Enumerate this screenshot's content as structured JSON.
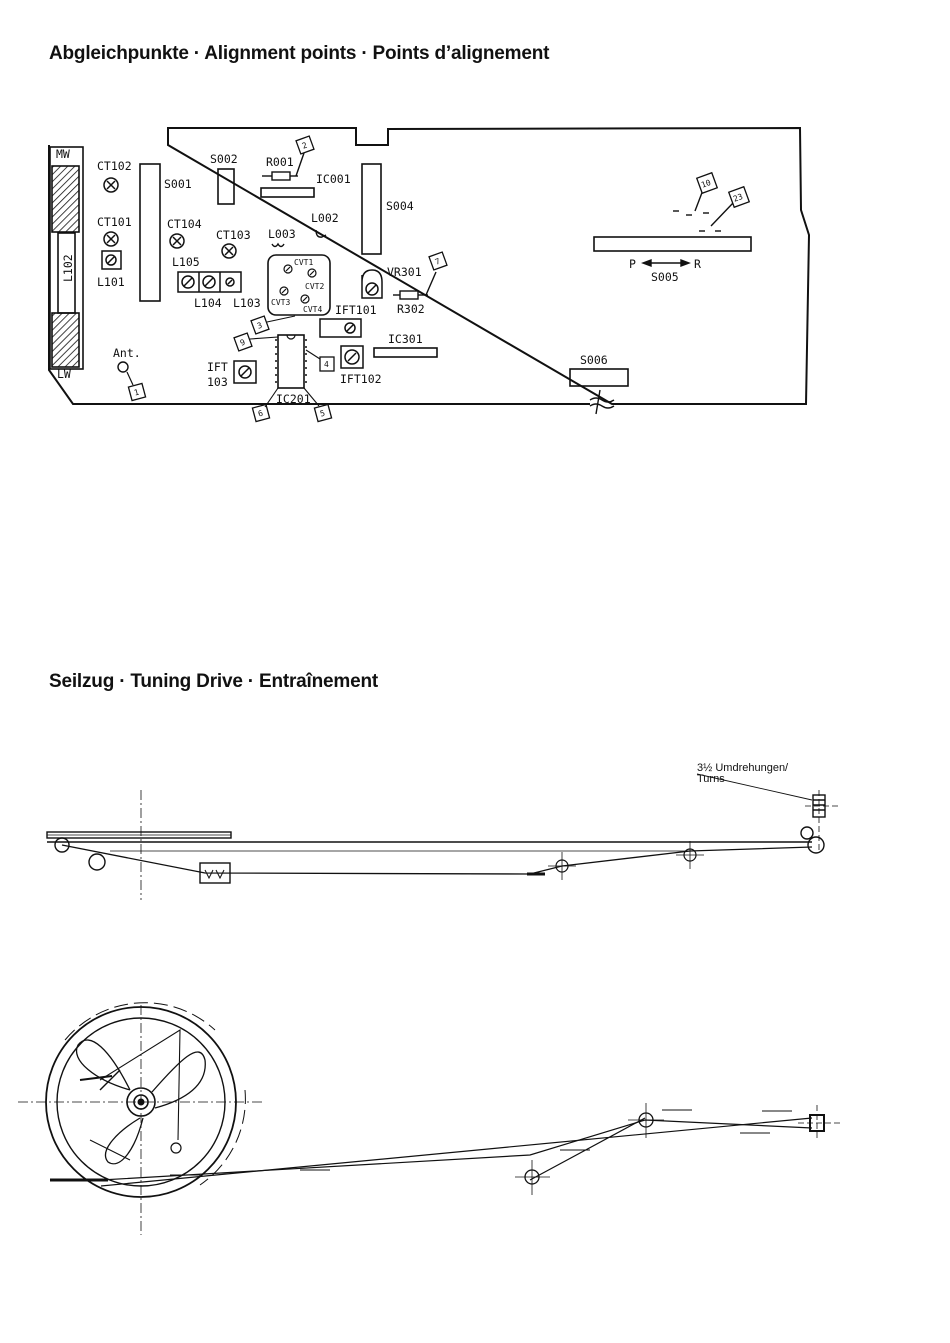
{
  "headings": {
    "alignment": "Abgleichpunkte · Alignment points · Points d’alignement",
    "tuning": "Seilzug · Tuning Drive · Entraînement"
  },
  "board": {
    "labels": {
      "mw": "MW",
      "lw": "LW",
      "l102": "L102",
      "ct102": "CT102",
      "ct101": "CT101",
      "l101": "L101",
      "ant": "Ant.",
      "s001": "S001",
      "s002": "S002",
      "r001": "R001",
      "ic001": "IC001",
      "s004": "S004",
      "ct104": "CT104",
      "ct103": "CT103",
      "l003": "L003",
      "l002": "L002",
      "l105": "L105",
      "l104": "L104",
      "l103": "L103",
      "cvt1": "CVT1",
      "cvt2": "CVT2",
      "cvt3": "CVT3",
      "cvt4": "CVT4",
      "vr301": "VR301",
      "r302": "R302",
      "ift101": "IFT101",
      "ic301": "IC301",
      "ift103a": "IFT",
      "ift103b": "103",
      "ic201": "IC201",
      "ift102": "IFT102",
      "s005": "S005",
      "s005_p": "P",
      "s005_r": "R",
      "s006": "S006"
    },
    "markers": {
      "m2": "2",
      "m7": "7",
      "m10": "10",
      "m23": "23",
      "m3": "3",
      "m9": "9",
      "m4": "4",
      "m1": "1",
      "m6": "6",
      "m5": "5"
    }
  },
  "tuning": {
    "turns_line1": "3½ Umdrehungen/",
    "turns_line2": "Turns"
  }
}
